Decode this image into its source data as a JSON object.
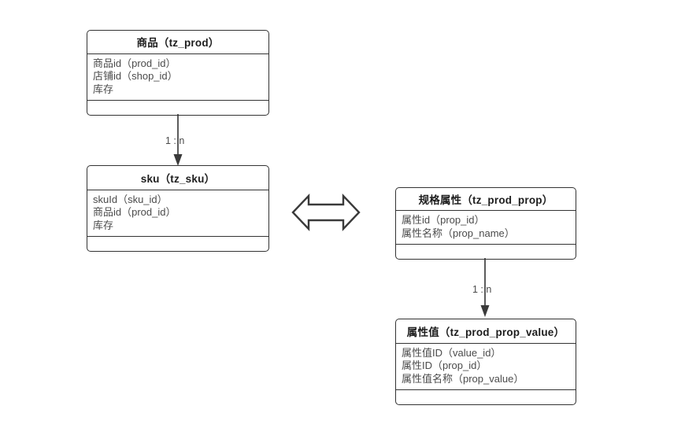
{
  "diagram": {
    "title_note": "",
    "background": "#ffffff",
    "line_color": "#333333",
    "text_color": "#4b4b4b",
    "title_color": "#1d1d1d"
  },
  "entities": [
    {
      "id": "tz_prod",
      "title": "商品（tz_prod）",
      "attributes": [
        "商品id（prod_id）",
        "店铺id（shop_id）",
        "库存"
      ],
      "operations": []
    },
    {
      "id": "tz_sku",
      "title": "sku（tz_sku）",
      "attributes": [
        "skuId（sku_id）",
        "商品id（prod_id）",
        "库存"
      ],
      "operations": []
    },
    {
      "id": "tz_prod_prop",
      "title": "规格属性（tz_prod_prop）",
      "attributes": [
        "属性id（prop_id）",
        "属性名称（prop_name）"
      ],
      "operations": []
    },
    {
      "id": "tz_prod_prop_value",
      "title": "属性值（tz_prod_prop_value）",
      "attributes": [
        "属性值ID（value_id）",
        "属性ID（prop_id）",
        "属性值名称（prop_value）"
      ],
      "operations": []
    }
  ],
  "relations": [
    {
      "id": "prod-to-sku",
      "from": "tz_prod",
      "to": "tz_sku",
      "label": "1 : n",
      "arrow": "filled-triangle"
    },
    {
      "id": "prop-to-prop-value",
      "from": "tz_prod_prop",
      "to": "tz_prod_prop_value",
      "label": "1 : n",
      "arrow": "filled-triangle"
    },
    {
      "id": "sku-to-prop",
      "from": "tz_sku",
      "to": "tz_prod_prop",
      "label": "",
      "arrow": "double-block-arrow"
    }
  ]
}
